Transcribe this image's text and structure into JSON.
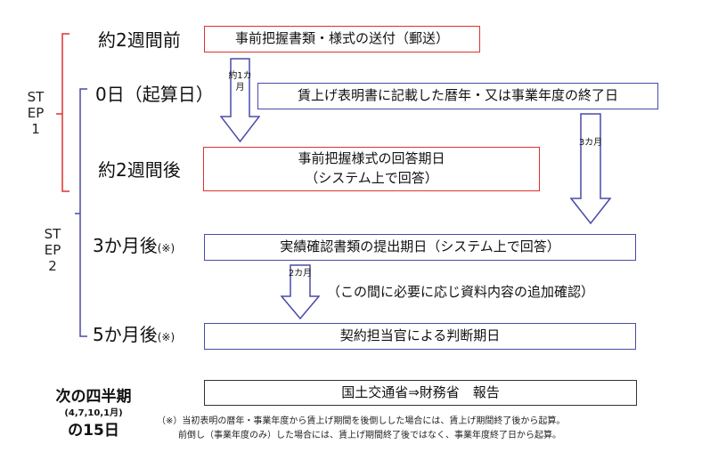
{
  "steps": {
    "step1": "STEP1",
    "step2": "STEP2"
  },
  "timeline": {
    "t1": "約2週間前",
    "t2": "0日（起算日）",
    "t3": "約2週間後",
    "t4": "3か月後",
    "t4_mark": "(※)",
    "t5": "5か月後",
    "t5_mark": "(※)"
  },
  "boxes": {
    "b1": "事前把握書類・様式の送付（郵送）",
    "b2": "賃上げ表明書に記載した暦年・又は事業年度の終了日",
    "b3_line1": "事前把握様式の回答期日",
    "b3_line2": "（システム上で回答）",
    "b4": "実績確認書類の提出期日（システム上で回答）",
    "b5": "契約担当官による判断期日",
    "b6": "国土交通省⇒財務省　報告"
  },
  "arrows": {
    "a1": "約1カ月",
    "a2": "3カ月",
    "a3": "2カ月"
  },
  "middle_note": "（この間に必要に応じ資料内容の追加確認）",
  "next_quarter": {
    "line1": "次の四半期",
    "line2": "(4,7,10,1月)",
    "line3": "の15日"
  },
  "footnote": {
    "line1": "（※）当初表明の暦年・事業年度から賃上げ期間を後倒しした場合には、賃上げ期間終了後から起算。",
    "line2": "前倒し（事業年度のみ）した場合には、賃上げ期間終了後ではなく、事業年度終了日から起算。"
  },
  "colors": {
    "red": "#e03030",
    "blue": "#4a4aa8",
    "black": "#333333"
  }
}
